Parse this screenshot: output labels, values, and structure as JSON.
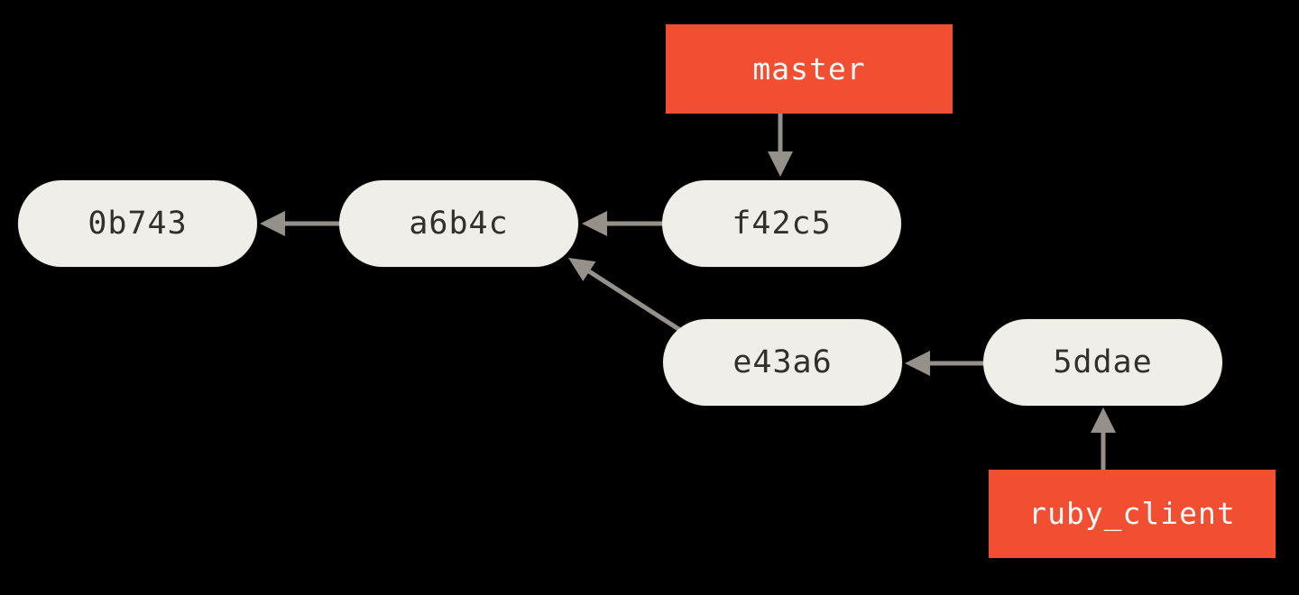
{
  "diagram": {
    "kind": "git-commit-graph",
    "commits": [
      {
        "id": "0b743"
      },
      {
        "id": "a6b4c"
      },
      {
        "id": "f42c5"
      },
      {
        "id": "e43a6"
      },
      {
        "id": "5ddae"
      }
    ],
    "branches": [
      {
        "name": "master",
        "points_to": "f42c5"
      },
      {
        "name": "ruby_client",
        "points_to": "5ddae"
      }
    ],
    "edges": [
      {
        "from": "a6b4c",
        "to": "0b743"
      },
      {
        "from": "f42c5",
        "to": "a6b4c"
      },
      {
        "from": "e43a6",
        "to": "a6b4c"
      },
      {
        "from": "5ddae",
        "to": "e43a6"
      },
      {
        "from": "master",
        "to": "f42c5"
      },
      {
        "from": "ruby_client",
        "to": "5ddae"
      }
    ],
    "colors": {
      "background": "#000000",
      "commit_fill": "#efeee8",
      "commit_text": "#31302b",
      "branch_fill": "#f14e32",
      "branch_text": "#fbfaf8",
      "arrow": "#96908a"
    }
  }
}
